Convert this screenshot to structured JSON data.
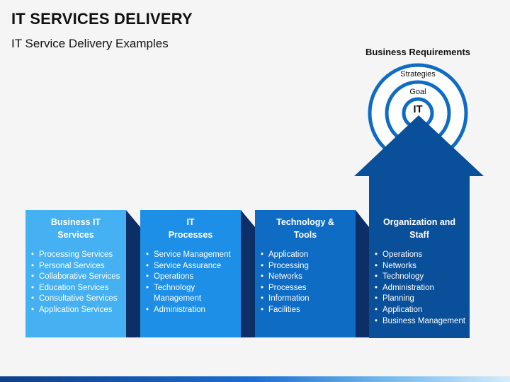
{
  "header": {
    "title": "IT SERVICES DELIVERY",
    "subtitle": "IT Service Delivery Examples"
  },
  "target": {
    "heading": "Business Requirements",
    "outer_label": "Strategies",
    "middle_label": "Goal",
    "inner_label": "IT"
  },
  "colors": {
    "box1": "#45b1f2",
    "box2": "#1e8fe6",
    "box3": "#0f6cc4",
    "arrow": "#0a4f99",
    "ring": "#0f6cc4"
  },
  "boxes": [
    {
      "title": "Business IT\nServices",
      "items": [
        "Processing Services",
        "Personal Services",
        "Collaborative Services",
        "Education Services",
        "Consultative Services",
        "Application Services"
      ]
    },
    {
      "title": "IT\nProcesses",
      "items": [
        "Service Management",
        "Service Assurance",
        "Operations",
        "Technology Management",
        "Administration"
      ]
    },
    {
      "title": "Technology &\nTools",
      "items": [
        "Application",
        "Processing",
        "Networks",
        "Processes",
        "Information",
        "Facilities"
      ]
    },
    {
      "title": "Organization and\nStaff",
      "items": [
        "Operations",
        "Networks",
        "Technology",
        "Administration",
        "Planning",
        "Application",
        "Business Management"
      ]
    }
  ]
}
